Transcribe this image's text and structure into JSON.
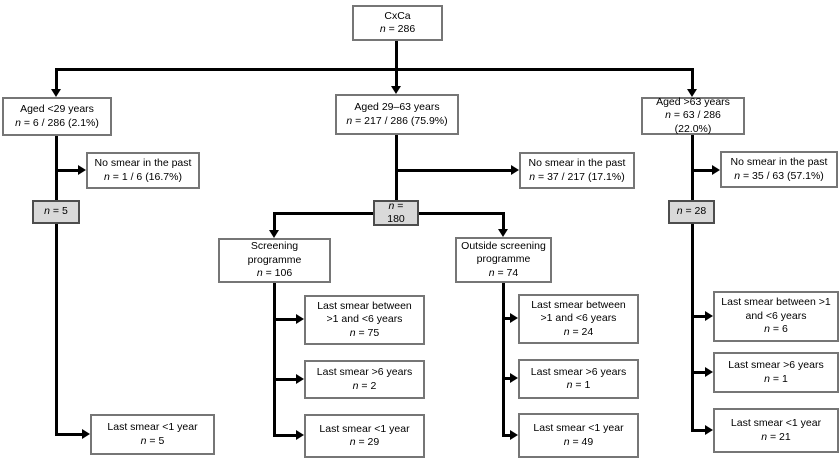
{
  "colors": {
    "line": "#000000",
    "box_border": "#767676",
    "gray_fill": "#d9d9d9",
    "gray_border": "#4d4d4d"
  },
  "nodes": {
    "root": {
      "title": "CxCa",
      "value": "n = 286"
    },
    "age_under29": {
      "title": "Aged <29 years",
      "value": "n = 6 / 286 (2.1%)"
    },
    "age_29_63": {
      "title": "Aged 29–63 years",
      "value": "n = 217 / 286 (75.9%)"
    },
    "age_over63": {
      "title": "Aged >63 years",
      "value": "n = 63 / 286 (22.0%)"
    },
    "no_smear_under29": {
      "title": "No smear in the past",
      "value": "n = 1 / 6 (16.7%)"
    },
    "no_smear_29_63": {
      "title": "No smear in the past",
      "value": "n = 37 / 217 (17.1%)"
    },
    "no_smear_over63": {
      "title": "No smear in the past",
      "value": "n = 35 / 63 (57.1%)"
    },
    "count_under29": {
      "value": "n = 5"
    },
    "count_29_63": {
      "value": "n = 180"
    },
    "count_over63": {
      "value": "n = 28"
    },
    "screening": {
      "title": "Screening programme",
      "value": "n = 106"
    },
    "outside_screening": {
      "title": "Outside screening programme",
      "value": "n = 74"
    },
    "screening_smear_1_6": {
      "title": "Last smear between >1 and <6 years",
      "value": "n = 75"
    },
    "screening_smear_gt6": {
      "title": "Last smear >6 years",
      "value": "n = 2"
    },
    "screening_smear_lt1": {
      "title": "Last smear <1 year",
      "value": "n = 29"
    },
    "outside_smear_1_6": {
      "title": "Last smear between >1 and <6 years",
      "value": "n = 24"
    },
    "outside_smear_gt6": {
      "title": "Last smear >6 years",
      "value": "n = 1"
    },
    "outside_smear_lt1": {
      "title": "Last smear <1 year",
      "value": "n = 49"
    },
    "over63_smear_1_6": {
      "title": "Last smear between >1 and <6 years",
      "value": "n = 6"
    },
    "over63_smear_gt6": {
      "title": "Last smear >6 years",
      "value": "n = 1"
    },
    "over63_smear_lt1": {
      "title": "Last smear <1 year",
      "value": "n = 21"
    },
    "under29_smear_lt1": {
      "title": "Last smear <1 year",
      "value": "n = 5"
    }
  }
}
